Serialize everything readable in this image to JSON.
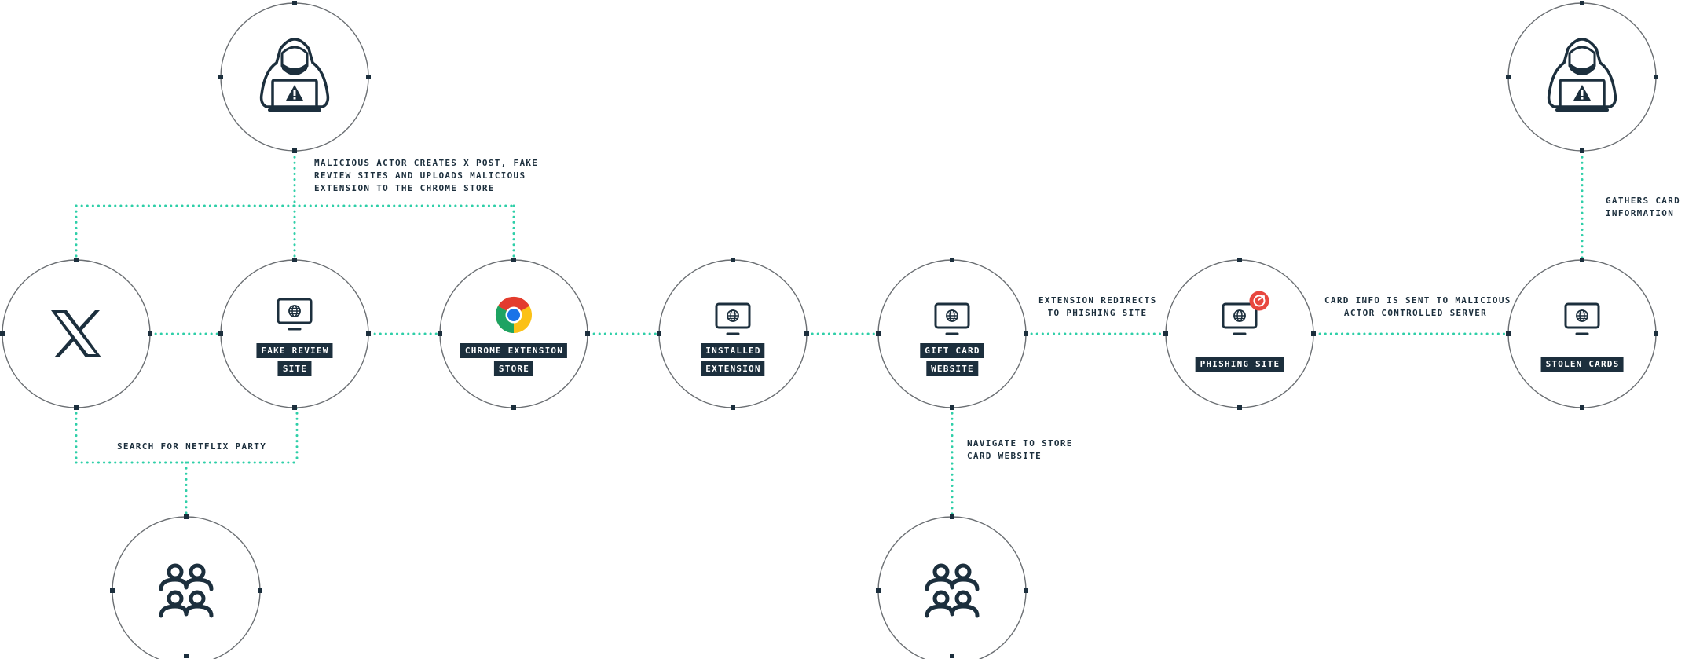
{
  "colors": {
    "ink": "#1c2f3d",
    "connector": "#2ecfa8",
    "circle_stroke": "#6b6f73",
    "phishing_badge": "#e8473f"
  },
  "nodes": {
    "actor_left": {
      "icon": "hacker-laptop-warning-icon"
    },
    "actor_right": {
      "icon": "hacker-laptop-warning-icon"
    },
    "x_platform": {
      "icon": "x-logo-icon"
    },
    "fake_review": {
      "icon": "monitor-globe-icon",
      "label_lines": [
        "FAKE REVIEW",
        "SITE"
      ]
    },
    "chrome_store": {
      "icon": "chrome-logo-icon",
      "label_lines": [
        "CHROME EXTENSION",
        "STORE"
      ]
    },
    "installed": {
      "icon": "monitor-globe-icon",
      "label_lines": [
        "INSTALLED",
        "EXTENSION"
      ]
    },
    "gift_card": {
      "icon": "monitor-globe-icon",
      "label_lines": [
        "GIFT CARD",
        "WEBSITE"
      ]
    },
    "phishing": {
      "icon": "monitor-globe-phishing-icon",
      "label_lines": [
        "PHISHING SITE"
      ]
    },
    "stolen_cards": {
      "icon": "monitor-globe-icon",
      "label_lines": [
        "STOLEN CARDS"
      ]
    },
    "users_left": {
      "icon": "users-group-icon"
    },
    "users_right": {
      "icon": "users-group-icon"
    }
  },
  "annotations": {
    "actor_creates": "MALICIOUS ACTOR CREATES X POST, FAKE\nREVIEW SITES AND UPLOADS MALICIOUS\nEXTENSION TO THE CHROME STORE",
    "search": "SEARCH FOR NETFLIX PARTY",
    "redirect": "EXTENSION REDIRECTS\nTO PHISHING SITE",
    "navigate": "NAVIGATE TO STORE\nCARD WEBSITE",
    "card_sent": "CARD INFO IS SENT TO MALICIOUS\nACTOR CONTROLLED SERVER",
    "gathers": "GATHERS CARD\nINFORMATION"
  }
}
